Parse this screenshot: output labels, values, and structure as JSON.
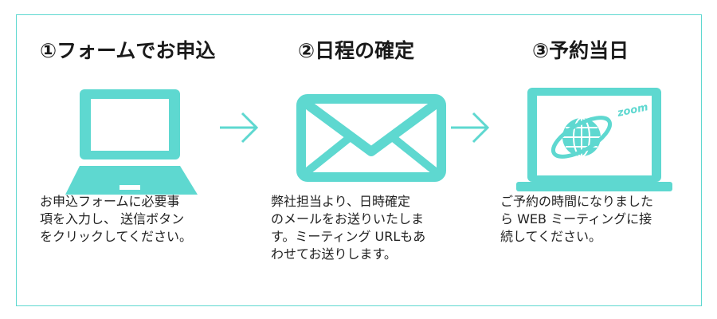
{
  "colors": {
    "accent": "#5ed8d0",
    "text": "#222222",
    "title": "#1a1a1a"
  },
  "steps": [
    {
      "title": "①フォームでお申込",
      "icon": "laptop-icon",
      "desc_lines": [
        "お申込フォームに必要事",
        "項を入力し、 送信ボタン",
        "をクリックしてください。"
      ]
    },
    {
      "title": "②日程の確定",
      "icon": "envelope-icon",
      "desc_lines": [
        "弊社担当より、日時確定",
        "のメールをお送りいたしま",
        "す。ミーティング URLもあ",
        "わせてお送りします。"
      ]
    },
    {
      "title": "③予約当日",
      "icon": "zoom-laptop-icon",
      "zoom_label": "zoom",
      "desc_lines": [
        "ご予約の時間になりました",
        "ら WEB ミーティングに接",
        "続してください。"
      ]
    }
  ],
  "arrows": [
    "arrow-right-icon",
    "arrow-right-icon"
  ]
}
